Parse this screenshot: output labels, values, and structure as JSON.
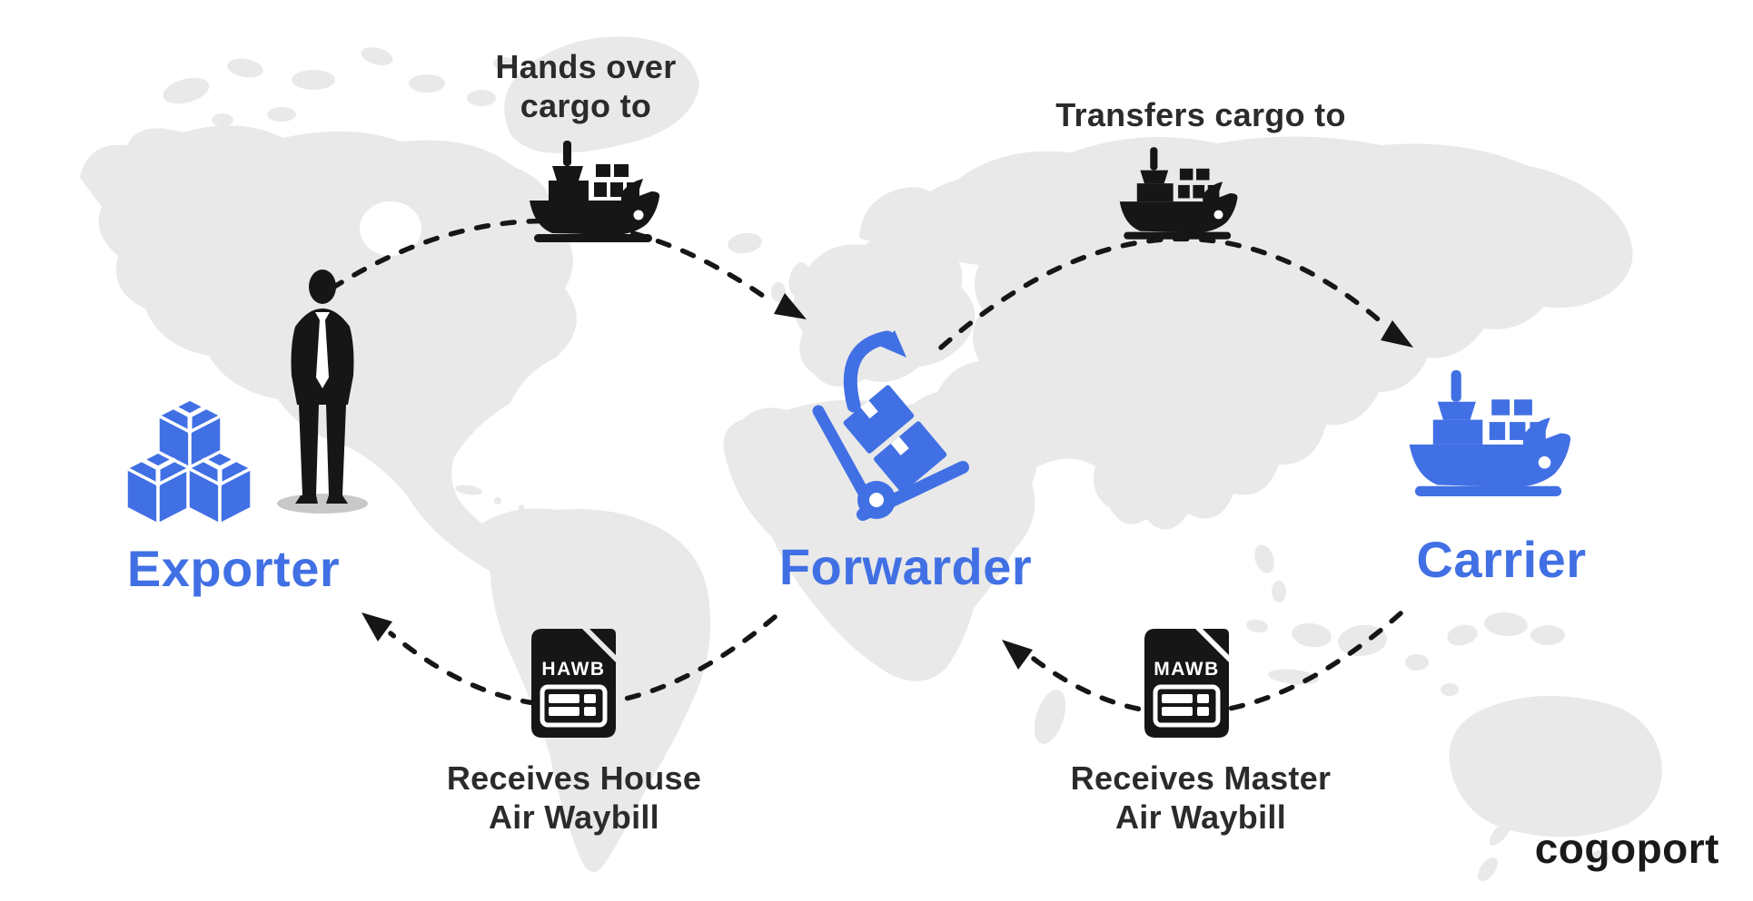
{
  "brand": {
    "logo_text": "cogoport"
  },
  "colors": {
    "accent_blue": "#4170E4",
    "icon_black": "#161616",
    "map_gray": "#E9E9E9",
    "label_dark": "#2B2B2B",
    "shadow_gray": "#C8C8C8"
  },
  "entities": [
    {
      "id": "exporter",
      "label": "Exporter",
      "icon": "businessman-with-packages"
    },
    {
      "id": "forwarder",
      "label": "Forwarder",
      "icon": "hand-truck-with-boxes"
    },
    {
      "id": "carrier",
      "label": "Carrier",
      "icon": "cargo-ship"
    }
  ],
  "flows": [
    {
      "from": "exporter",
      "to": "forwarder",
      "label": "Hands over\ncargo to",
      "icon": "cargo-ship"
    },
    {
      "from": "forwarder",
      "to": "carrier",
      "label": "Transfers cargo to",
      "icon": "cargo-ship"
    },
    {
      "from": "forwarder",
      "to": "exporter",
      "label": "Receives House\nAir Waybill",
      "icon": "document",
      "document_code": "HAWB"
    },
    {
      "from": "carrier",
      "to": "forwarder",
      "label": "Receives Master\nAir Waybill",
      "icon": "document",
      "document_code": "MAWB"
    }
  ]
}
